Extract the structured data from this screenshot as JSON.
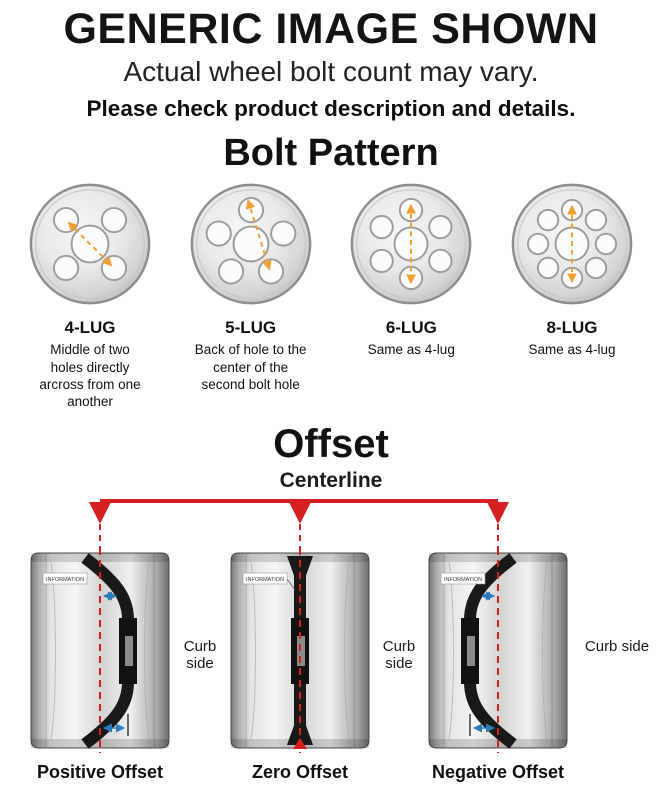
{
  "header": {
    "title": "GENERIC IMAGE SHOWN",
    "subtitle": "Actual wheel bolt count may vary.",
    "note": "Please check product description and details."
  },
  "bolt_pattern": {
    "title": "Bolt Pattern",
    "items": [
      {
        "label": "4-LUG",
        "lugs": 4,
        "description": "Middle of two holes directly arcross from one another"
      },
      {
        "label": "5-LUG",
        "lugs": 5,
        "description": "Back of hole to the center of the second bolt hole"
      },
      {
        "label": "6-LUG",
        "lugs": 6,
        "description": "Same as 4-lug"
      },
      {
        "label": "8-LUG",
        "lugs": 8,
        "description": "Same as 4-lug"
      }
    ]
  },
  "offset": {
    "title": "Offset",
    "centerline_label": "Centerline",
    "curb_side_label": "Curb side",
    "rim_text": "INFORMATION",
    "items": [
      {
        "label": "Positive Offset"
      },
      {
        "label": "Zero Offset"
      },
      {
        "label": "Negative Offset"
      }
    ]
  },
  "colors": {
    "accent_red": "#d42020",
    "measure_orange": "#f0a030",
    "dimension_blue": "#2e7bb5",
    "text": "#111111"
  }
}
